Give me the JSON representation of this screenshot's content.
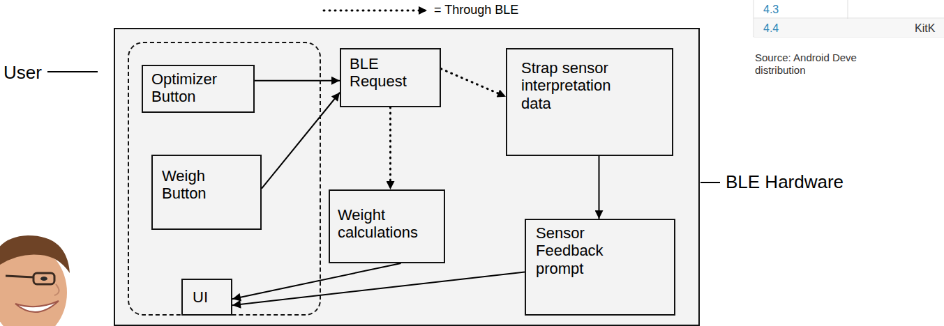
{
  "diagram": {
    "nodes": [
      {
        "text": [
          "BLE Hardware"
        ]
      },
      {
        "text": [
          "User"
        ],
        "in": 0
      },
      {
        "text": [
          "Optimizer Button"
        ],
        "in": 1
      },
      {
        "text": [
          "Weigh Button"
        ],
        "in": 1
      },
      {
        "text": [
          "UI"
        ],
        "in": 1
      },
      {
        "text": [
          "BLE Request"
        ],
        "in": 0
      },
      {
        "text": [
          "Strap sensor interpretation data"
        ],
        "in": 0
      },
      {
        "text": [
          "Weight calculations"
        ],
        "in": 0
      },
      {
        "text": [
          "Sensor Feedback prompt"
        ],
        "in": 0
      }
    ],
    "edges": [
      {
        "from": 2,
        "to": 5,
        "arrow": "to"
      },
      {
        "from": 3,
        "to": 5,
        "arrow": "to"
      },
      {
        "from": 5,
        "to": 6,
        "arrow": "to"
      },
      {
        "from": 5,
        "to": 7,
        "arrow": "to"
      },
      {
        "from": 6,
        "to": 8,
        "arrow": "to"
      },
      {
        "from": 7,
        "to": 4,
        "arrow": "to"
      },
      {
        "from": 8,
        "to": 4,
        "arrow": "to"
      }
    ],
    "labels": [
      "4.3",
      "4.4",
      "KitK",
      "Source: Android Deve distribution"
    ],
    "legend": [
      {
        "text": "= Through BLE"
      }
    ]
  }
}
